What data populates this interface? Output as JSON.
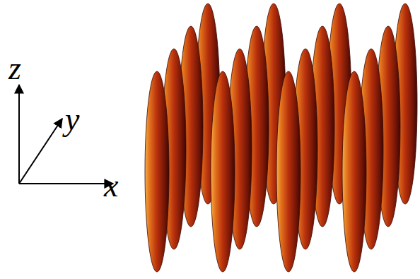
{
  "diagram": {
    "labels": [
      "z",
      "y",
      "x"
    ]
  }
}
